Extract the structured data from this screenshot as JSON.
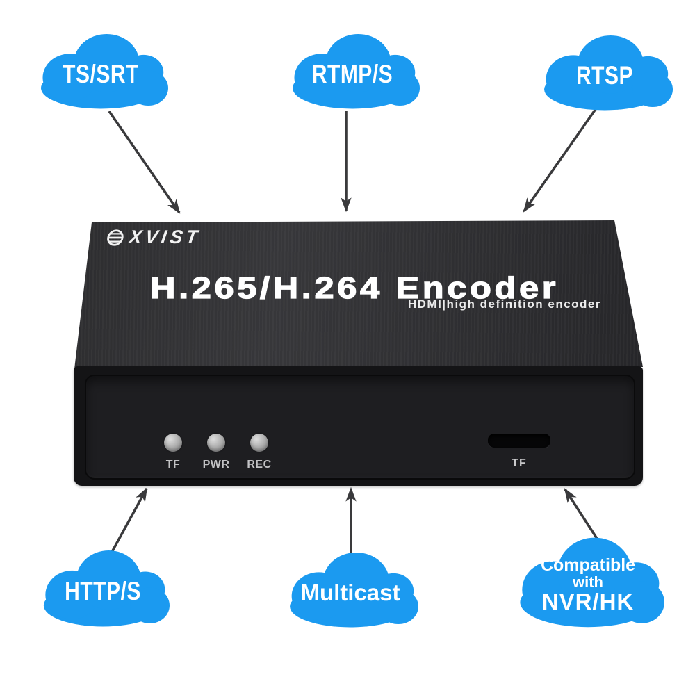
{
  "colors": {
    "cloud_blue": "#1b9af0",
    "arrow_gray": "#3a3a3c",
    "device_top": "#2e2e31",
    "device_front": "#1e1e21",
    "text_white": "#ffffff"
  },
  "clouds": {
    "ts_srt": {
      "label": "TS/SRT"
    },
    "rtmp_s": {
      "label": "RTMP/S"
    },
    "rtsp": {
      "label": "RTSP"
    },
    "http_s": {
      "label": "HTTP/S"
    },
    "multicast": {
      "label": "Multicast"
    },
    "nvr_hk": {
      "line1": "Compatible",
      "line2": "with",
      "line3": "NVR/HK"
    }
  },
  "device": {
    "brand_text": "XVIST",
    "brand_icon": "striped-globe-e-icon",
    "title": "H.265/H.264 Encoder",
    "subtitle": "HDMI|high definition encoder",
    "leds": [
      {
        "label": "TF"
      },
      {
        "label": "PWR"
      },
      {
        "label": "REC"
      }
    ],
    "tf_slot_label": "TF"
  }
}
